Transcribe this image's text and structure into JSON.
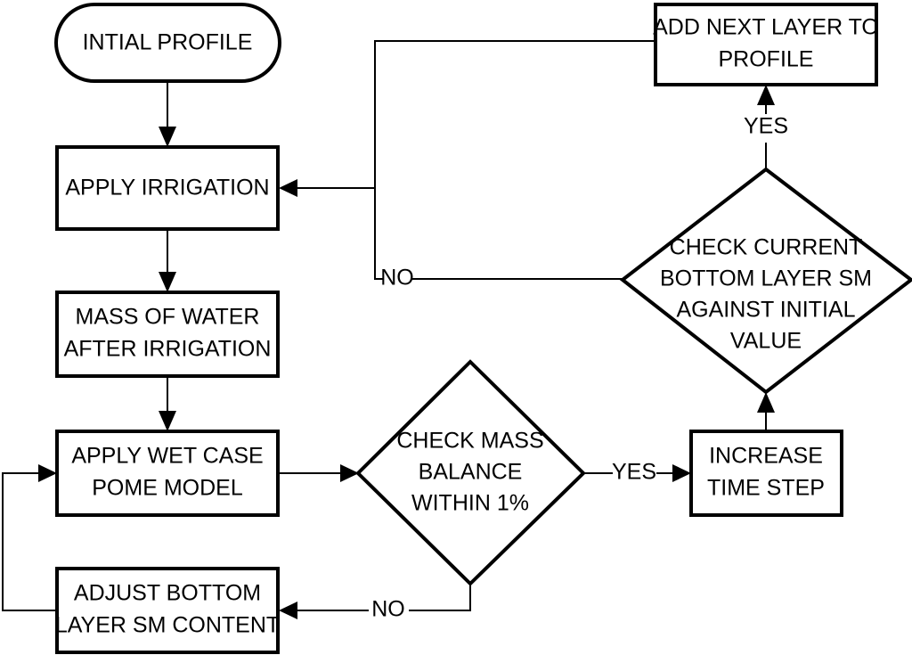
{
  "diagram": {
    "title": "Soil moisture profile irrigation model flowchart",
    "background_color": "#ffffff",
    "line_color": "#000000",
    "text_color": "#000000",
    "nodes": {
      "initial_profile": {
        "label": "INTIAL PROFILE",
        "shape": "rounded-rectangle",
        "lines": [
          "INTIAL PROFILE"
        ]
      },
      "apply_irrigation": {
        "label": "APPLY IRRIGATION",
        "shape": "rectangle",
        "lines": [
          "APPLY IRRIGATION"
        ]
      },
      "mass_of_water": {
        "label": "MASS OF WATER AFTER IRRIGATION",
        "shape": "rectangle",
        "lines": [
          "MASS OF WATER",
          "AFTER IRRIGATION"
        ]
      },
      "apply_wet_case": {
        "label": "APPLY WET CASE POME MODEL",
        "shape": "rectangle",
        "lines": [
          "APPLY WET CASE",
          "POME MODEL"
        ]
      },
      "adjust_bottom_layer": {
        "label": "ADJUST BOTTOM LAYER SM CONTENT",
        "shape": "rectangle",
        "lines": [
          "ADJUST BOTTOM",
          "LAYER SM CONTENT"
        ]
      },
      "check_mass_balance": {
        "label": "CHECK MASS BALANCE WITHIN 1%",
        "shape": "diamond",
        "lines": [
          "CHECK MASS",
          "BALANCE",
          "WITHIN 1%"
        ]
      },
      "increase_time_step": {
        "label": "INCREASE TIME STEP",
        "shape": "rectangle",
        "lines": [
          "INCREASE",
          "TIME STEP"
        ]
      },
      "check_current_bottom_layer": {
        "label": "CHECK CURRENT BOTTOM LAYER SM AGAINST INITIAL VALUE",
        "shape": "diamond",
        "lines": [
          "CHECK CURRENT",
          "BOTTOM LAYER SM",
          "AGAINST INITIAL",
          "VALUE"
        ]
      },
      "add_next_layer": {
        "label": "ADD NEXT LAYER TO PROFILE",
        "shape": "rectangle",
        "lines": [
          "ADD NEXT LAYER TO",
          "PROFILE"
        ]
      }
    },
    "edge_labels": {
      "mass_balance_yes": "YES",
      "mass_balance_no": "NO",
      "bottom_layer_yes": "YES",
      "bottom_layer_no": "NO"
    }
  }
}
